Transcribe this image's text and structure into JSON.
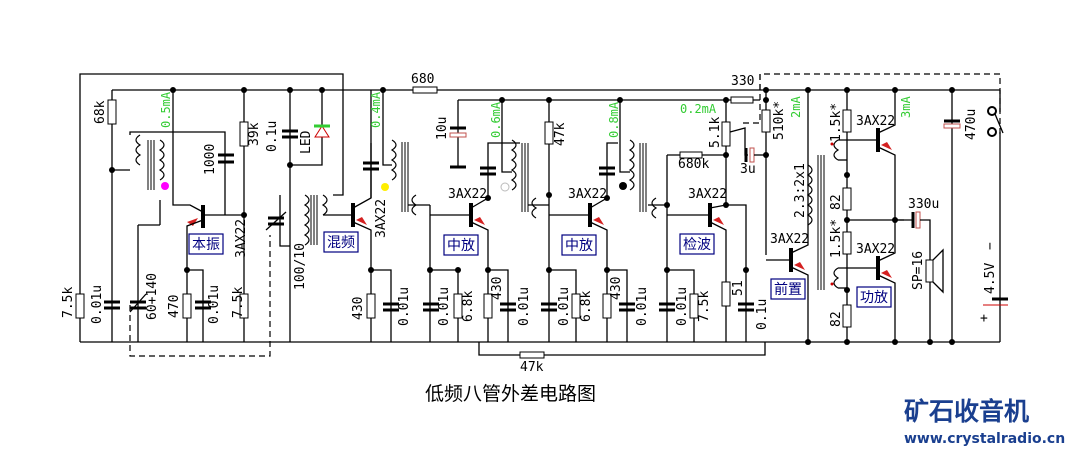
{
  "title": "低频八管外差电路图",
  "logo": {
    "name": "矿石收音机",
    "url": "www.crystalradio.cn"
  },
  "stages": [
    {
      "id": "osc",
      "label": "本振"
    },
    {
      "id": "mixer",
      "label": "混频"
    },
    {
      "id": "if1",
      "label": "中放"
    },
    {
      "id": "if2",
      "label": "中放"
    },
    {
      "id": "det",
      "label": "检波"
    },
    {
      "id": "pre",
      "label": "前置"
    },
    {
      "id": "power",
      "label": "功放"
    }
  ],
  "transistor_model": "3AX22",
  "currents": {
    "osc": "0.5mA",
    "mixer": "0.4mA",
    "if1": "0.6mA",
    "if2": "0.8mA",
    "det": "0.2mA",
    "pre": "2mA",
    "power": "3mA"
  },
  "components": {
    "r_68k": "68k",
    "r_680": "680",
    "r_330": "330",
    "r_39k": "39k",
    "c_1000": "1000",
    "c_01u_led": "0.1u",
    "led": "LED",
    "c_10u": "10u",
    "r_47k_top": "47k",
    "r_5_1k": "5.1k",
    "r_510k": "510k*",
    "r_680k": "680k",
    "c_3u": "3u",
    "xfmr_ratio": "2.3:2x1",
    "r_1_5k_a": "1.5k*",
    "r_1_5k_b": "1.5k*",
    "r_82_a": "82",
    "r_82_b": "82",
    "c_330u": "330u",
    "speaker": "SP=16",
    "c_470u": "470u",
    "battery": "4.5V",
    "bat_minus": "−",
    "bat_plus": "+",
    "r_7_5k_left": "7.5k",
    "c_001u_a": "0.01u",
    "vc_60_140": "60+140",
    "r_470": "470",
    "c_001u_b": "0.01u",
    "r_7_5k_b": "7.5k",
    "ant_coil": "100/10",
    "r_430_a": "430",
    "c_001u_c": "0.01u",
    "c_001u_d": "0.01u",
    "r_6_8k_a": "6.8k",
    "r_430_b": "430",
    "c_001u_e": "0.01u",
    "c_001u_f": "0.01u",
    "r_6_8k_b": "6.8k",
    "r_430_c": "430",
    "c_001u_g": "0.01u",
    "c_001u_h": "0.01u",
    "r_7_5k_c": "7.5k",
    "r_51": "51",
    "c_01u_det": "0.1u",
    "r_47k_bottom": "47k"
  }
}
